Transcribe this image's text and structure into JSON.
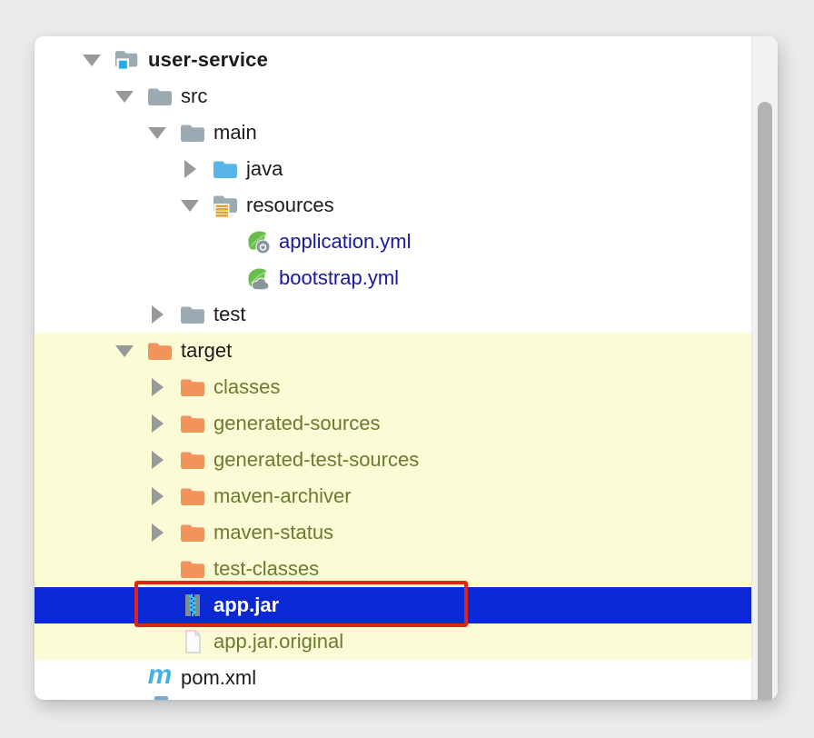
{
  "panel": {
    "name": "project-tree"
  },
  "colors": {
    "selection_bg": "#0b28d5",
    "selected_text": "#ffffff",
    "excluded_bg": "#fbfbd6",
    "excluded_text": "#6b7b2f",
    "modified_text": "#1818a4",
    "default_text": "#1c1c1e",
    "folder_gray": "#9caab4",
    "folder_orange": "#f2935c",
    "folder_blue": "#58b5e8",
    "project_badge_blue": "#21ade8",
    "resources_bars_orange": "#e2a238",
    "maven_blue": "#42b1e8",
    "spring_green": "#68bd4c",
    "spring_green_light": "#9fd489",
    "icon_gray": "#8b959c",
    "zipper_cyan": "#3cc8f2",
    "annotation_red": "#d7261c",
    "chevron_gray": "#97999b",
    "scrollbar_thumb": "#b3b3b3"
  },
  "icons": {
    "maven_glyph": "m"
  },
  "annotation": {
    "highlighted_item": "app.jar"
  },
  "tree": {
    "items": [
      {
        "label": "user-service",
        "level": 0,
        "chevron": "expanded",
        "icon": "project-folder",
        "text": "default",
        "bg": "normal",
        "selected": false,
        "bold": true
      },
      {
        "label": "src",
        "level": 1,
        "chevron": "expanded",
        "icon": "folder-gray",
        "text": "default",
        "bg": "normal",
        "selected": false,
        "bold": false
      },
      {
        "label": "main",
        "level": 2,
        "chevron": "expanded",
        "icon": "folder-gray",
        "text": "default",
        "bg": "normal",
        "selected": false,
        "bold": false
      },
      {
        "label": "java",
        "level": 3,
        "chevron": "collapsed",
        "icon": "source-folder",
        "text": "default",
        "bg": "normal",
        "selected": false,
        "bold": false
      },
      {
        "label": "resources",
        "level": 3,
        "chevron": "expanded",
        "icon": "resources-folder",
        "text": "default",
        "bg": "normal",
        "selected": false,
        "bold": false
      },
      {
        "label": "application.yml",
        "level": 4,
        "chevron": "none",
        "icon": "spring-boot-file",
        "text": "modified",
        "bg": "normal",
        "selected": false,
        "bold": false
      },
      {
        "label": "bootstrap.yml",
        "level": 4,
        "chevron": "none",
        "icon": "spring-cloud-file",
        "text": "modified",
        "bg": "normal",
        "selected": false,
        "bold": false
      },
      {
        "label": "test",
        "level": 2,
        "chevron": "collapsed",
        "icon": "folder-gray",
        "text": "default",
        "bg": "normal",
        "selected": false,
        "bold": false
      },
      {
        "label": "target",
        "level": 1,
        "chevron": "expanded",
        "icon": "excluded-folder",
        "text": "default",
        "bg": "excluded",
        "selected": false,
        "bold": false
      },
      {
        "label": "classes",
        "level": 2,
        "chevron": "collapsed",
        "icon": "excluded-folder",
        "text": "excluded",
        "bg": "excluded",
        "selected": false,
        "bold": false
      },
      {
        "label": "generated-sources",
        "level": 2,
        "chevron": "collapsed",
        "icon": "excluded-folder",
        "text": "excluded",
        "bg": "excluded",
        "selected": false,
        "bold": false
      },
      {
        "label": "generated-test-sources",
        "level": 2,
        "chevron": "collapsed",
        "icon": "excluded-folder",
        "text": "excluded",
        "bg": "excluded",
        "selected": false,
        "bold": false
      },
      {
        "label": "maven-archiver",
        "level": 2,
        "chevron": "collapsed",
        "icon": "excluded-folder",
        "text": "excluded",
        "bg": "excluded",
        "selected": false,
        "bold": false
      },
      {
        "label": "maven-status",
        "level": 2,
        "chevron": "collapsed",
        "icon": "excluded-folder",
        "text": "excluded",
        "bg": "excluded",
        "selected": false,
        "bold": false
      },
      {
        "label": "test-classes",
        "level": 2,
        "chevron": "none",
        "icon": "excluded-folder",
        "text": "excluded",
        "bg": "excluded",
        "selected": false,
        "bold": false
      },
      {
        "label": "app.jar",
        "level": 2,
        "chevron": "none",
        "icon": "jar-archive",
        "text": "default",
        "bg": "excluded",
        "selected": true,
        "bold": false
      },
      {
        "label": "app.jar.original",
        "level": 2,
        "chevron": "none",
        "icon": "file",
        "text": "excluded",
        "bg": "excluded",
        "selected": false,
        "bold": false
      },
      {
        "label": "pom.xml",
        "level": 1,
        "chevron": "none",
        "icon": "maven",
        "text": "default",
        "bg": "normal",
        "selected": false,
        "bold": false
      }
    ]
  }
}
